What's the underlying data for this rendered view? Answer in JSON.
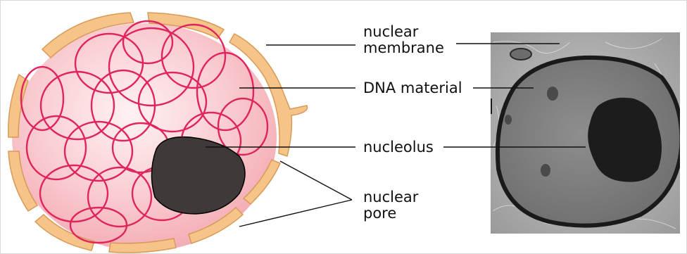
{
  "labels": {
    "nuclear_membrane": [
      "nuclear",
      "membrane"
    ],
    "dna_material": "DNA material",
    "nucleolus": "nucleolus",
    "nuclear_pore": [
      "nuclear",
      "pore"
    ]
  },
  "colors": {
    "membrane_fill": "#f6c388",
    "membrane_stroke": "#d89a56",
    "nucleoplasm": "#f7b9bf",
    "dna_strand": "#e0245e",
    "nucleolus": "#3f3a39",
    "leader_line": "#111111"
  },
  "icons": {
    "illustration": "cell-nucleus-illustration",
    "micrograph": "electron-micrograph-nucleus"
  }
}
